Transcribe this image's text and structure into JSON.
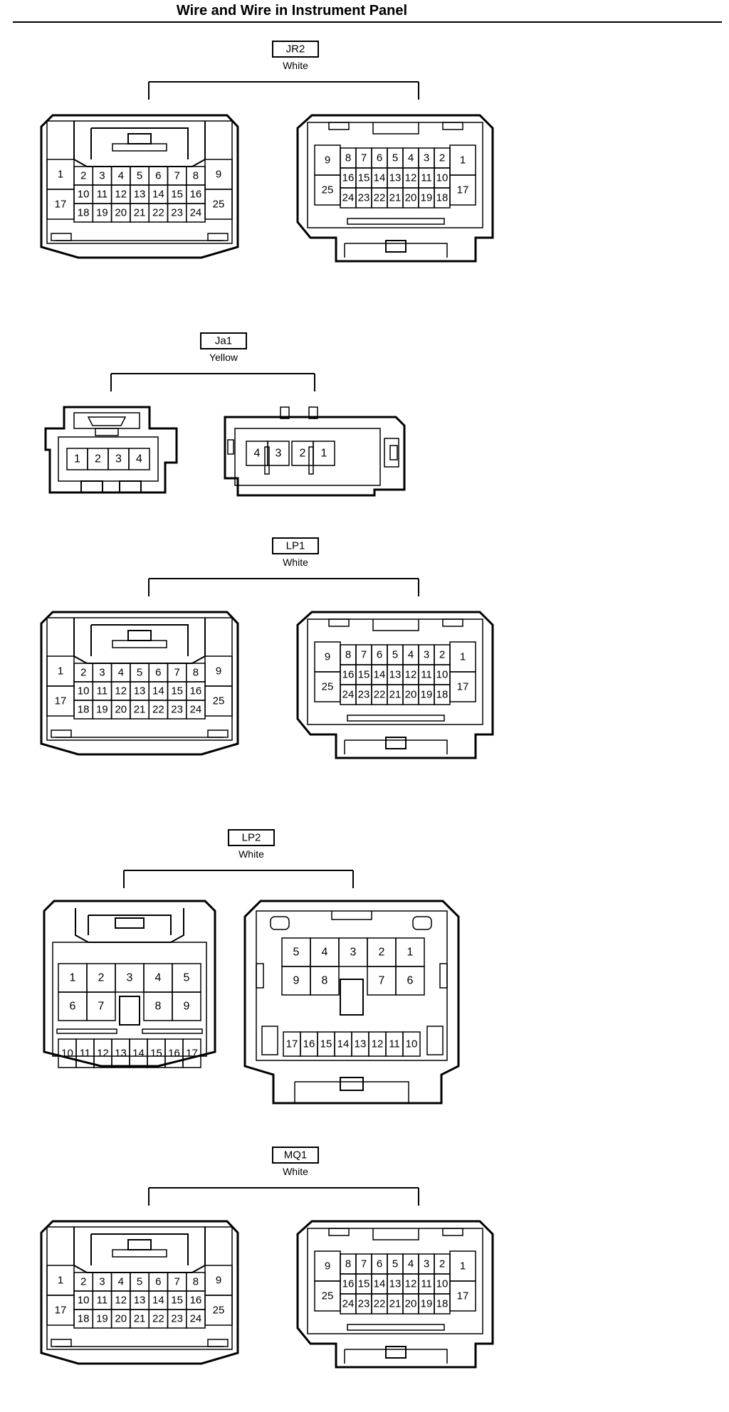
{
  "title": "Wire and Wire in Instrument Panel",
  "connectors": [
    {
      "id": "JR2",
      "color": "White"
    },
    {
      "id": "Ja1",
      "color": "Yellow"
    },
    {
      "id": "LP1",
      "color": "White"
    },
    {
      "id": "LP2",
      "color": "White"
    },
    {
      "id": "MQ1",
      "color": "White"
    }
  ],
  "pins": {
    "c25_female": {
      "side_left": [
        "1",
        "17"
      ],
      "side_right": [
        "9",
        "25"
      ],
      "rows": [
        [
          "2",
          "3",
          "4",
          "5",
          "6",
          "7",
          "8"
        ],
        [
          "10",
          "11",
          "12",
          "13",
          "14",
          "15",
          "16"
        ],
        [
          "18",
          "19",
          "20",
          "21",
          "22",
          "23",
          "24"
        ]
      ]
    },
    "c25_male": {
      "side_left": [
        "9",
        "25"
      ],
      "side_right": [
        "1",
        "17"
      ],
      "rows": [
        [
          "8",
          "7",
          "6",
          "5",
          "4",
          "3",
          "2"
        ],
        [
          "16",
          "15",
          "14",
          "13",
          "12",
          "11",
          "10"
        ],
        [
          "24",
          "23",
          "22",
          "21",
          "20",
          "19",
          "18"
        ]
      ]
    },
    "c4_female": [
      "1",
      "2",
      "3",
      "4"
    ],
    "c4_male": [
      "4",
      "3",
      "2",
      "1"
    ],
    "c17_female": {
      "row1": [
        "1",
        "2",
        "3",
        "4",
        "5"
      ],
      "row2": [
        "6",
        "7",
        "8",
        "9"
      ],
      "row3": [
        "10",
        "11",
        "12",
        "13",
        "14",
        "15",
        "16",
        "17"
      ]
    },
    "c17_male": {
      "row1": [
        "5",
        "4",
        "3",
        "2",
        "1"
      ],
      "row2": [
        "9",
        "8",
        "7",
        "6"
      ],
      "row3": [
        "17",
        "16",
        "15",
        "14",
        "13",
        "12",
        "11",
        "10"
      ]
    }
  }
}
